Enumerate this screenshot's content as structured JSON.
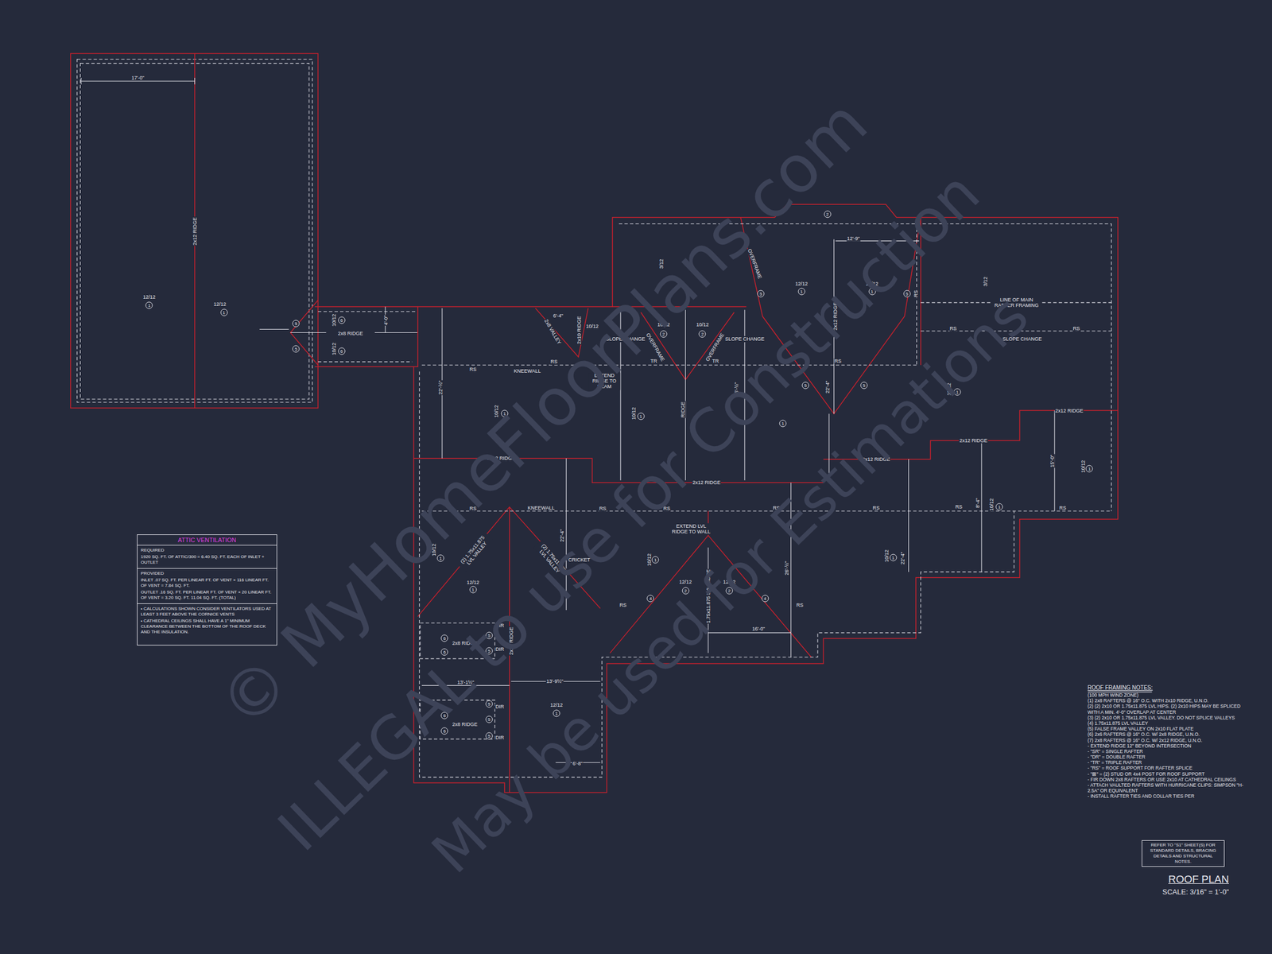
{
  "diagram": {
    "title": "ROOF PLAN",
    "caption": "SCALE: 3/16\" = 1'-0\"",
    "nodes": [
      {
        "text": [
          "ATTIC VENTILATION",
          "REQUIRED",
          "1920 SQ. FT. OF ATTIC/300 = 6.40 SQ. FT. EACH OF INLET + OUTLET",
          "PROVIDED",
          "INLET .07 SQ. FT. PER LINEAR FT. OF VENT × 116 LINEAR FT. OF VENT = 7.84 SQ. FT.",
          "OUTLET .16 SQ. FT. PER LINEAR FT. OF VENT × 20 LINEAR FT. OF VENT = 3.20 SQ. FT. 11.04 SQ. FT. (TOTAL)",
          "• CALCULATIONS SHOWN CONSIDER VENTILATORS USED AT LEAST 3 FEET ABOVE THE CORNICE VENTS",
          "• CATHEDRAL CEILINGS SHALL HAVE A 1\" MINIMUM CLEARANCE BETWEEN THE BOTTOM OF THE ROOF DECK AND THE INSULATION."
        ]
      },
      {
        "text": [
          "REFER TO \"S1\" SHEET(S) FOR STANDARD DETAILS, BRACING DETAILS AND STRUCTURAL NOTES."
        ]
      }
    ],
    "labels": [
      "17'-0\"",
      "2x12 RIDGE",
      "12/12",
      "1",
      "12/12",
      "1",
      "5",
      "5",
      "10/12",
      "6",
      "2x8 RIDGE",
      "10/12",
      "6",
      "4'-0\"",
      "RS",
      "KNEEWALL",
      "22'-½\"",
      "10/12",
      "1",
      "6'-4\"",
      "2x8 VALLEY",
      "2x10 RIDGE",
      "10/12",
      "SLOPE CHANGE",
      "OVERFRAME",
      "10/12",
      "2",
      "10/12",
      "2",
      "OVERFRAME",
      "SLOPE CHANGE",
      "TR",
      "TR",
      "RS",
      "EXTEND RIDGE TO BEAM",
      "10/12",
      "1",
      "RIDGE",
      "26'-½\"",
      "2x12 RIDGE",
      "2x12 RIDGE",
      "3/12",
      "OVERFRAME",
      "5",
      "12'-9\"",
      "12/12",
      "1",
      "12/12",
      "1",
      "5",
      "RS",
      "2x12 RIDGE",
      "RS",
      "3/12",
      "LINE OF MAIN RAFTER FRAMING",
      "RS",
      "RS",
      "SLOPE CHANGE",
      "5",
      "5",
      "22'-4\"",
      "1",
      "10/12",
      "1",
      "2x12 RIDGE",
      "2x12 RIDGE",
      "10/12",
      "1",
      "15'-0\"",
      "2x12 RIDGE",
      "8'-4\"",
      "10/12",
      "1",
      "RS",
      "KNEEWALL",
      "RS",
      "RS",
      "RS",
      "RS",
      "RS",
      "RS",
      "EXTEND LVL RIDGE TO WALL",
      "22'-4\"",
      "(2) 1.75x11.875 LVL VALLEY",
      "(2) 1.75x11.875 LVL VALLEY",
      "CRICKET",
      "10/12",
      "1",
      "12/12",
      "1",
      "10/12",
      "1",
      "26'-½\"",
      "10/12",
      "1",
      "22'-4\"",
      "12/12",
      "2",
      "12/12",
      "2",
      "1.75x11.875 LVL RIDGE",
      "4",
      "4",
      "RS",
      "RS",
      "16'-0\"",
      "2x10 RIDGE",
      "DIR",
      "6",
      "2x8 RIDGE",
      "5",
      "6",
      "5",
      "DIR",
      "13'-1½\"",
      "13'-9½\"",
      "DIR",
      "5",
      "6",
      "2x8 RIDGE",
      "5",
      "6",
      "5",
      "DIR",
      "12/12",
      "1",
      "6'-8\"",
      "2",
      "ROOF FRAMING NOTES:",
      "(100 MPH WIND ZONE)",
      "(1) 2x8 RAFTERS @ 16\" O.C. WITH 2x10 RIDGE, U.N.O.",
      "(2) (2) 2x10 OR 1.75x11.875 LVL HIPS. (2) 2x10 HIPS MAY BE SPLICED WITH A MIN. 4'-0\" OVERLAP AT CENTER",
      "(3) (2) 2x10 OR 1.75x11.875 LVL VALLEY. DO NOT SPLICE VALLEYS",
      "(4) 1.75x11.875 LVL VALLEY",
      "(5) FALSE FRAME VALLEY ON 2x10 FLAT PLATE",
      "(6) 2x6 RAFTERS @ 16\" O.C. W/ 2x8 RIDGE, U.N.O.",
      "(7) 2x8 RAFTERS @ 16\" O.C. W/ 2x12 RIDGE, U.N.O.",
      "- EXTEND RIDGE 12\" BEYOND INTERSECTION",
      "- \"SR\" = SINGLE RAFTER",
      "- \"DR\" = DOUBLE RAFTER",
      "- \"TR\" = TRIPLE RAFTER",
      "- \"RS\" = ROOF SUPPORT FOR RAFTER SPLICE",
      "- \"⊠\" = (2) STUD OR 4x4 POST FOR ROOF SUPPORT",
      "- FIR DOWN 2x8 RAFTERS OR USE 2x10 AT CATHEDRAL CEILINGS",
      "- ATTACH VAULTED RAFTERS WITH HURRICANE CLIPS: SIMPSON \"H-2.5A\" OR EQUIVALENT",
      "- INSTALL RAFTER TIES AND COLLAR TIES PER",
      "© MyHomeFloorPlans.com",
      "ILLEGAL to use for Construction",
      "May be used for Estimations"
    ]
  }
}
